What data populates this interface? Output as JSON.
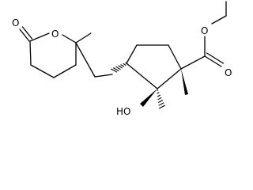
{
  "image": {
    "background": "#ffffff",
    "ink": "#000000"
  },
  "atom_labels": {
    "lactone_carbonyl_oxygen": "O",
    "ring_oxygen": "O",
    "ester_ether_oxygen": "O",
    "ester_carbonyl_oxygen": "O",
    "hydroxyl": "HO"
  }
}
